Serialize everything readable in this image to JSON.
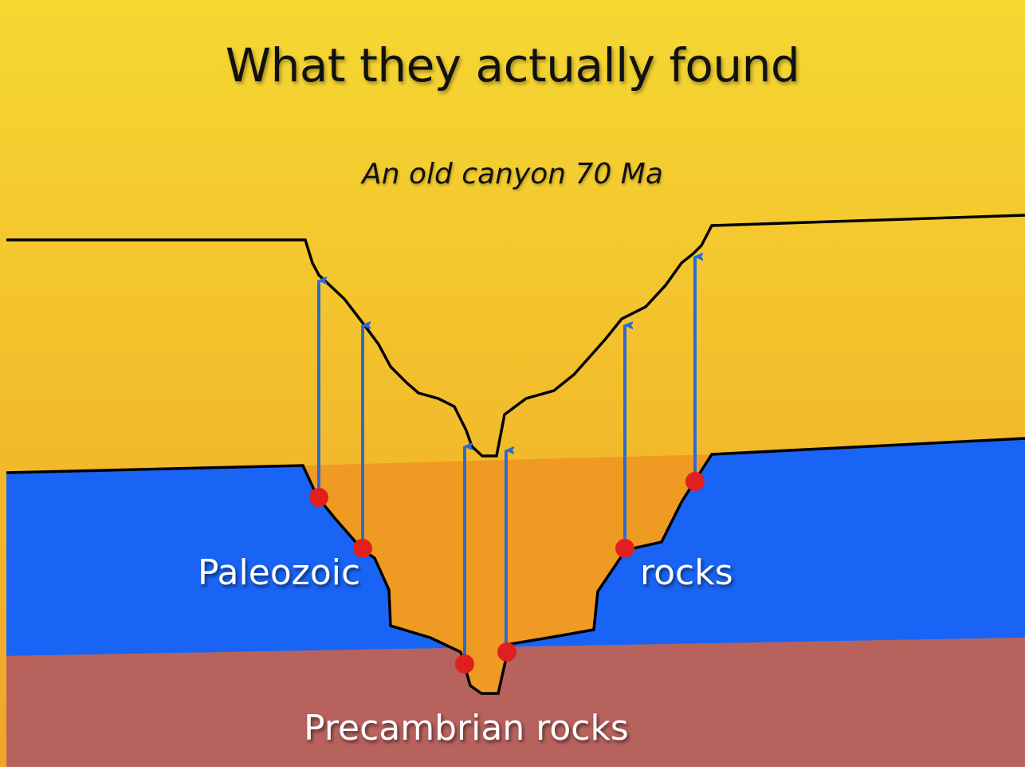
{
  "slide": {
    "title": "What they actually found",
    "subtitle": "An old canyon 70 Ma",
    "labels": {
      "paleozoic": "Paleozoic",
      "rocks": "rocks",
      "precambrian": "Precambrian rocks"
    }
  },
  "colors": {
    "sky_top": "#f5d832",
    "sky_bottom": "#f0a526",
    "canyon_fill": "#ef9a22",
    "paleozoic_layer": "#1a64f5",
    "precambrian_layer": "#b8625e",
    "arrow": "#2c6ad6",
    "marker": "#e21f1f",
    "outline": "#000000"
  },
  "icons": [
    "up-arrow",
    "red-dot"
  ]
}
